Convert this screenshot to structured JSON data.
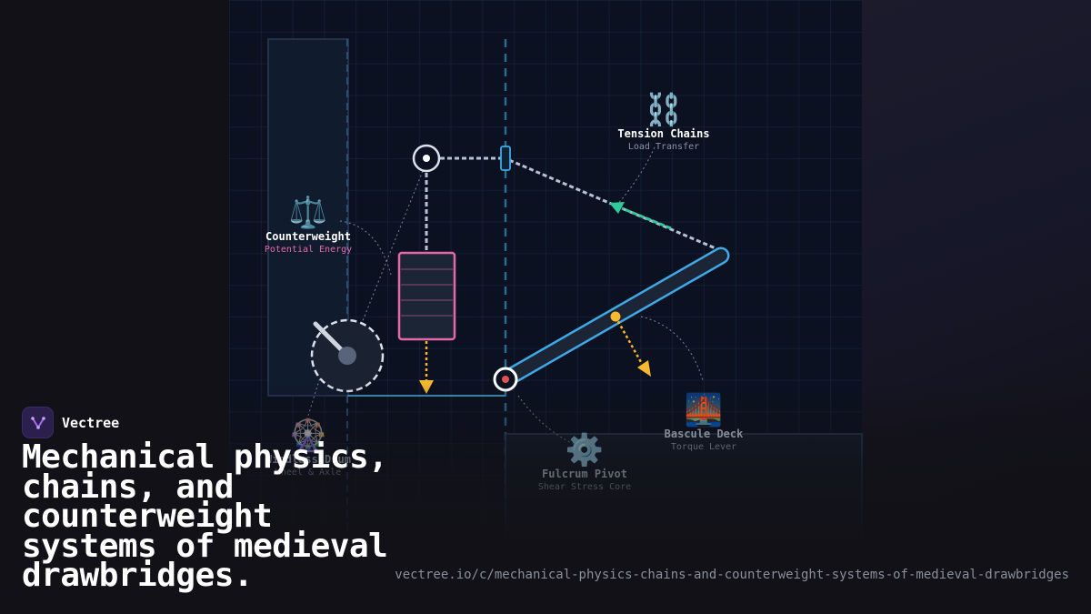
{
  "brand": {
    "name": "Vectree"
  },
  "headline": "Mechanical physics, chains, and counterweight systems of medieval drawbridges.",
  "url": "vectree.io/c/mechanical-physics-chains-and-counterweight-systems-of-medieval-drawbridges",
  "labels": {
    "tension": {
      "icon": "⛓️",
      "title": "Tension Chains",
      "sub": "Load Transfer"
    },
    "counterweight": {
      "icon": "⚖️",
      "title": "Counterweight",
      "sub": "Potential Energy"
    },
    "windlass": {
      "icon": "🎡",
      "title": "Windlass Drum",
      "sub": "Wheel & Axle"
    },
    "fulcrum": {
      "icon": "⚙️",
      "title": "Fulcrum Pivot",
      "sub": "Shear Stress Core"
    },
    "bascule": {
      "icon": "🌉",
      "title": "Bascule Deck",
      "sub": "Torque Lever"
    }
  },
  "colors": {
    "panel": "#0b1120",
    "deck": "#3fa9e8",
    "counterweight": "#e36aa6",
    "force_arrow": "#f5b82e",
    "tension_arrow": "#2fc99b",
    "pivot_dot": "#e05252",
    "chain": "#b8c2d6"
  }
}
